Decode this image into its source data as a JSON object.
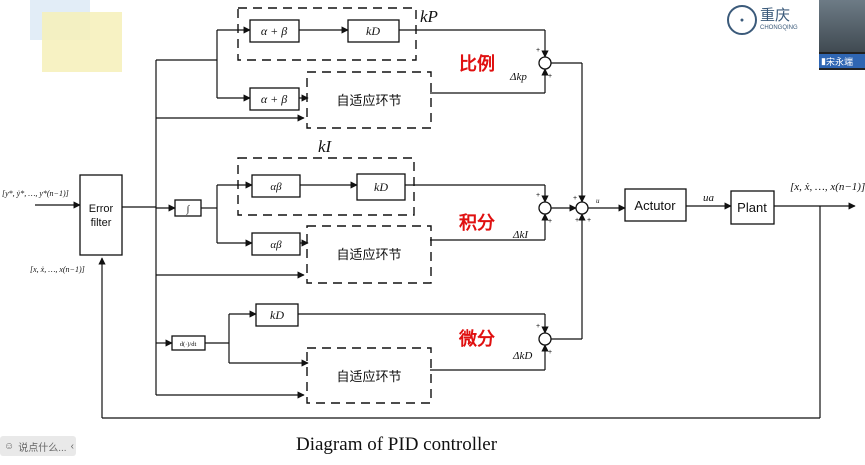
{
  "caption": "Diagram of PID controller",
  "input_label": "[y*, ẏ*, …, y*(n−1)]",
  "feedback_label": "[x, ẋ, …, x(n−1)]",
  "output_label": "[x, ẋ, …, x(n−1)]",
  "blocks": {
    "error_filter_line1": "Error",
    "error_filter_line2": "filter",
    "integrator": "∫",
    "differentiator": "d(·)/dt",
    "p_gain": "α + β",
    "p_kd": "kD",
    "p_adapt_gain": "α + β",
    "adaptive": "自适应环节",
    "i_gain": "αβ",
    "i_kd": "kD",
    "i_adapt_gain": "αβ",
    "d_kd": "kD",
    "actuator": "Actutor",
    "plant": "Plant"
  },
  "labels": {
    "kp": "kP",
    "ki": "kI",
    "dkp": "Δkp",
    "dki": "ΔkI",
    "dkd": "ΔkD",
    "ua": "ua",
    "u": "u",
    "bili": "比例",
    "jifen": "积分",
    "weifen": "微分"
  },
  "overlay": {
    "logo_text": "重庆",
    "logo_sub": "CHONGQING",
    "video_name": "宋永端",
    "comment_hint": "说点什么..."
  },
  "colors": {
    "line": "#111111",
    "red_label": "#e01010"
  }
}
